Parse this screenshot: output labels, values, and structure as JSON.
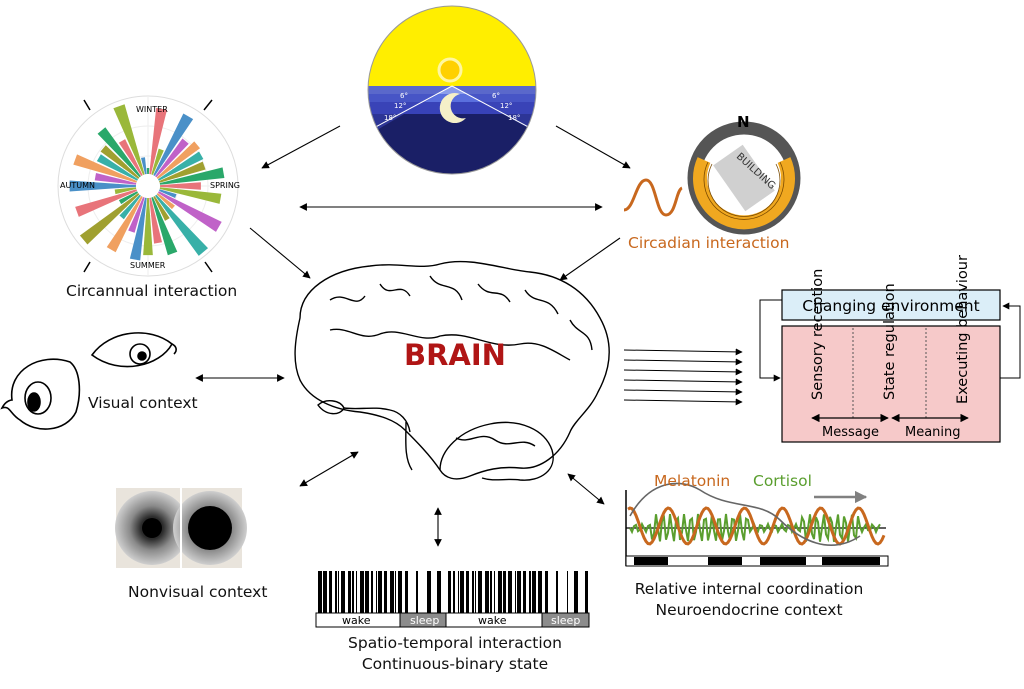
{
  "brain_label": "BRAIN",
  "circannual": {
    "label": "Circannual interaction",
    "seasons": [
      "WINTER",
      "SPRING",
      "SUMMER",
      "AUTUMN"
    ]
  },
  "circadian": {
    "label": "Circadian interaction",
    "compass": "N",
    "building": "BUILDING"
  },
  "twilight_angles": [
    "6°",
    "12°",
    "18°",
    "6°",
    "12°",
    "18°"
  ],
  "visual": {
    "label": "Visual context"
  },
  "nonvisual": {
    "label": "Nonvisual context"
  },
  "spatio": {
    "line1": "Spatio-temporal interaction",
    "line2": "Continuous-binary state",
    "states": [
      "wake",
      "sleep",
      "wake",
      "sleep"
    ]
  },
  "internal": {
    "line1": "Relative internal coordination",
    "line2": "Neuroendocrine context",
    "melatonin": "Melatonin",
    "cortisol": "Cortisol"
  },
  "environment": {
    "title": "Changing environment",
    "steps": [
      "Sensory reception",
      "State regulation",
      "Executing behaviour"
    ],
    "message": "Message",
    "meaning": "Meaning"
  },
  "colors": {
    "brain_text": "#b01515",
    "circadian_orange": "#c8681e",
    "cortisol_green": "#5a9e2e",
    "env_blue": "#dbeef8",
    "env_pink": "#f6c9c9",
    "sun_yellow": "#ffee00",
    "night_blue": "#1a1f66",
    "building_gold": "#f0a820"
  }
}
